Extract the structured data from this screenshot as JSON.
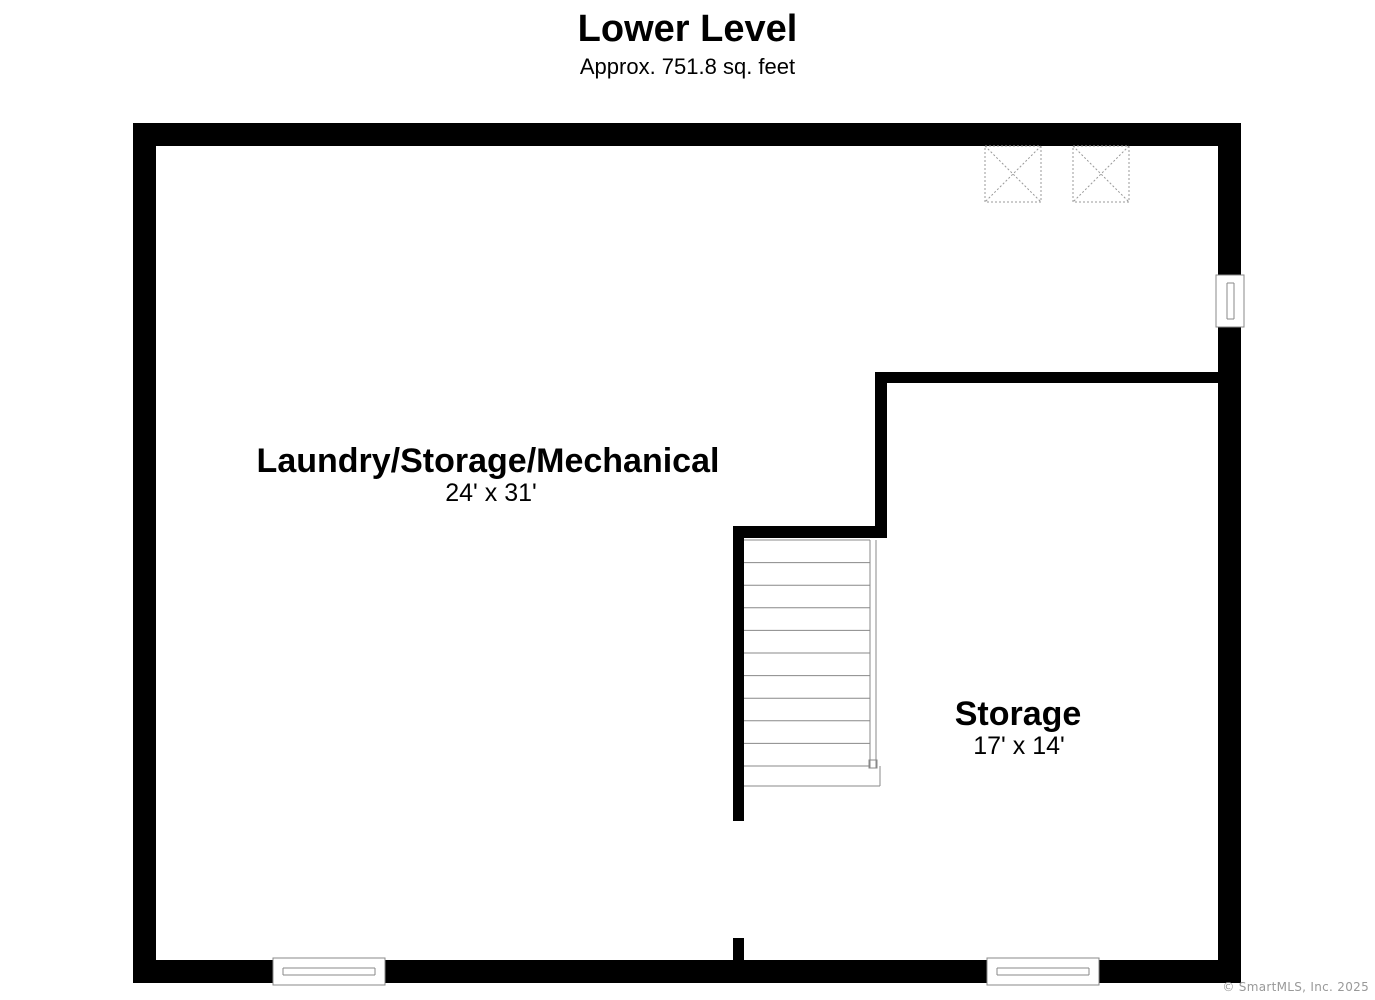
{
  "header": {
    "title": "Lower Level",
    "subtitle": "Approx. 751.8 sq. feet"
  },
  "rooms": [
    {
      "name": "Laundry/Storage/Mechanical",
      "dimensions": "24' x 31'"
    },
    {
      "name": "Storage",
      "dimensions": "17' x 14'"
    }
  ],
  "footer": {
    "copyright": "© SmartMLS, Inc.  2025"
  },
  "colors": {
    "wall": "#000000",
    "fixture": "#999999",
    "background": "#ffffff"
  }
}
